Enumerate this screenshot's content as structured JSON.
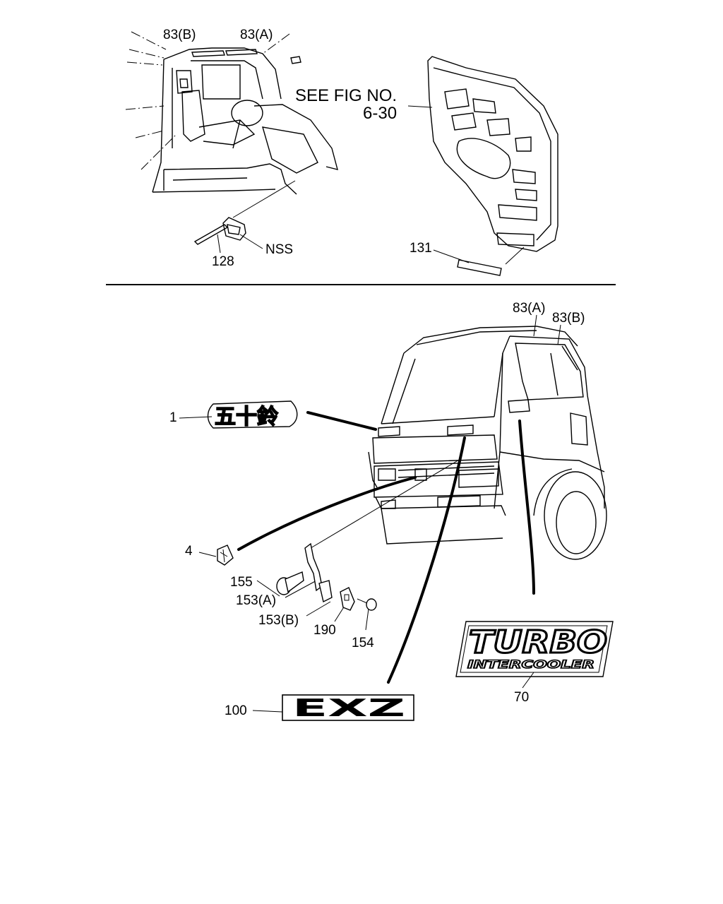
{
  "top_section": {
    "callouts": {
      "c83b_top": "83(B)",
      "c83a_top": "83(A)",
      "see_fig_line1": "SEE FIG NO.",
      "see_fig_line2": "6-30",
      "c128": "128",
      "nss": "NSS",
      "c131": "131"
    }
  },
  "bottom_section": {
    "callouts": {
      "c83a": "83(A)",
      "c83b": "83(B)",
      "c1": "1",
      "c4": "4",
      "c155": "155",
      "c153a": "153(A)",
      "c153b": "153(B)",
      "c190": "190",
      "c154": "154",
      "c70": "70",
      "c100": "100"
    },
    "emblems": {
      "isuzu_kanji": "五十鈴",
      "turbo": "TURBO",
      "intercooler": "INTERCOOLER",
      "exz": "EXZ"
    }
  }
}
